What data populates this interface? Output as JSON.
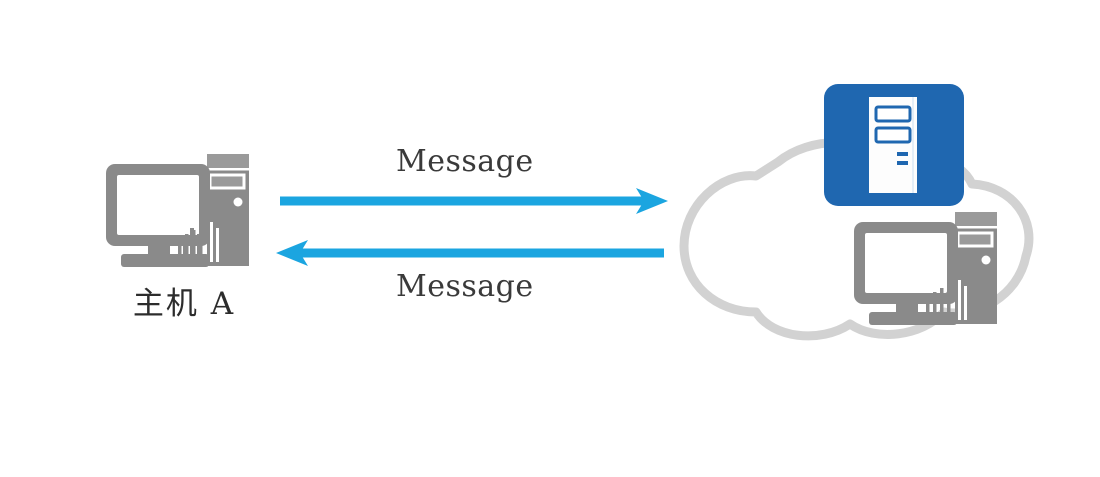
{
  "diagram": {
    "title": "Host A message exchange with network cloud",
    "background_color": "#ffffff",
    "nodes": {
      "host_a": {
        "label": "主机 A",
        "icon": "desktop-computer-icon",
        "color": "#808080"
      },
      "cloud": {
        "label": "",
        "icon": "network-cloud-icon",
        "outline_color": "#d2d2d2"
      },
      "server": {
        "label": "",
        "icon": "server-tower-icon",
        "badge_color": "#1f67b0",
        "tower_color": "#ffffff"
      },
      "cloud_host": {
        "label": "",
        "icon": "desktop-computer-icon",
        "color": "#808080"
      }
    },
    "arrows": [
      {
        "name": "arrow-host-to-cloud",
        "label": "Message",
        "direction": "right",
        "color": "#1ba5e0"
      },
      {
        "name": "arrow-cloud-to-host",
        "label": "Message",
        "direction": "left",
        "color": "#1ba5e0"
      }
    ],
    "colors": {
      "arrow_blue": "#1ba5e0",
      "badge_blue": "#1f67b0",
      "icon_gray": "#808080",
      "cloud_gray": "#d2d2d2",
      "text_dark": "#2c2c2c"
    }
  }
}
